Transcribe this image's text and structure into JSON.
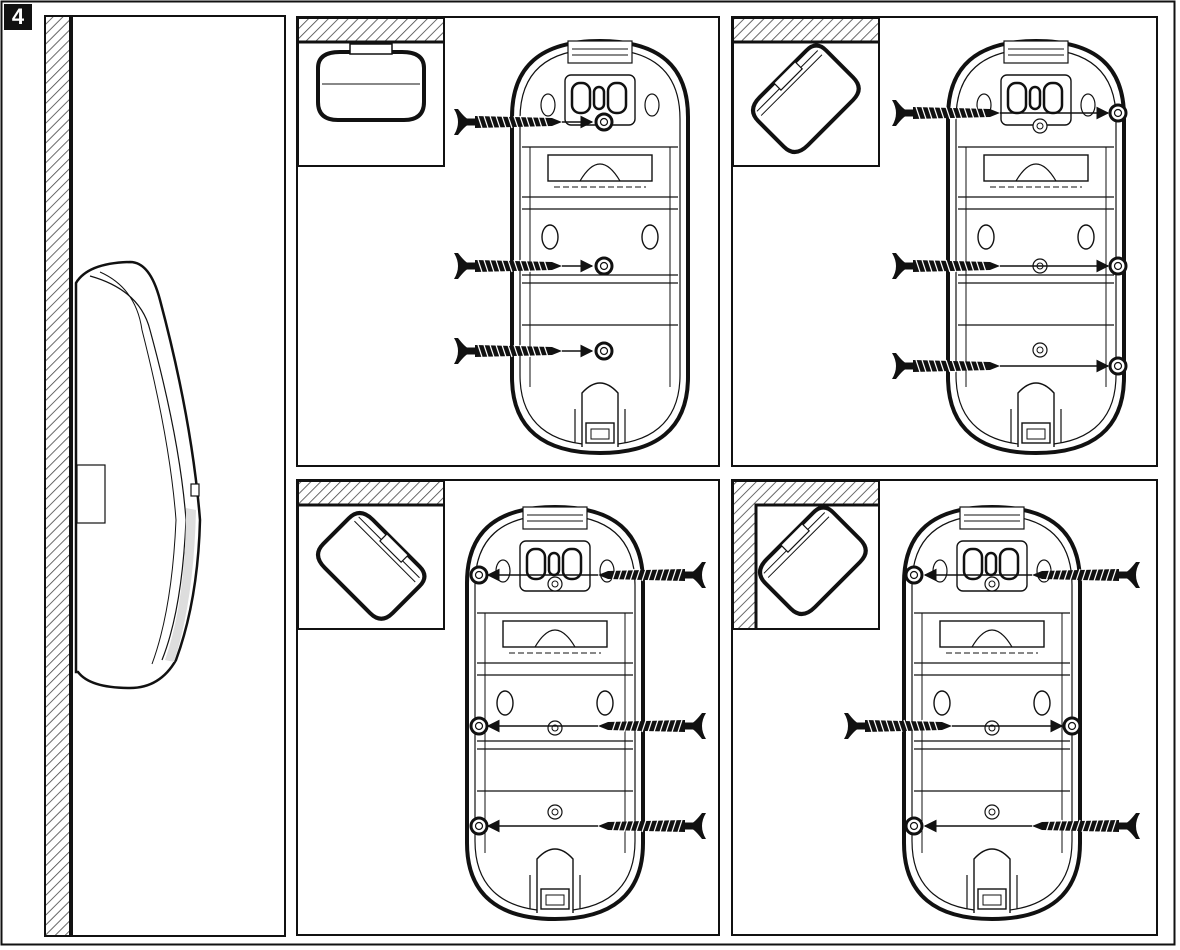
{
  "figure": {
    "number": "4"
  },
  "colors": {
    "ink": "#111111",
    "paper": "#ffffff",
    "hatch": "#444444"
  },
  "panels": [
    {
      "id": "ceiling-front",
      "icons": [
        "detector-front-icon",
        "screw-icon",
        "mounting-base-icon"
      ]
    },
    {
      "id": "ceiling-angled-right",
      "icons": [
        "detector-angled-icon",
        "screw-icon",
        "mounting-base-icon"
      ]
    },
    {
      "id": "ceiling-angled-left",
      "icons": [
        "detector-angled-icon",
        "screw-icon",
        "mounting-base-icon"
      ]
    },
    {
      "id": "corner-mount",
      "icons": [
        "detector-angled-icon",
        "screw-icon",
        "mounting-base-icon"
      ]
    }
  ]
}
